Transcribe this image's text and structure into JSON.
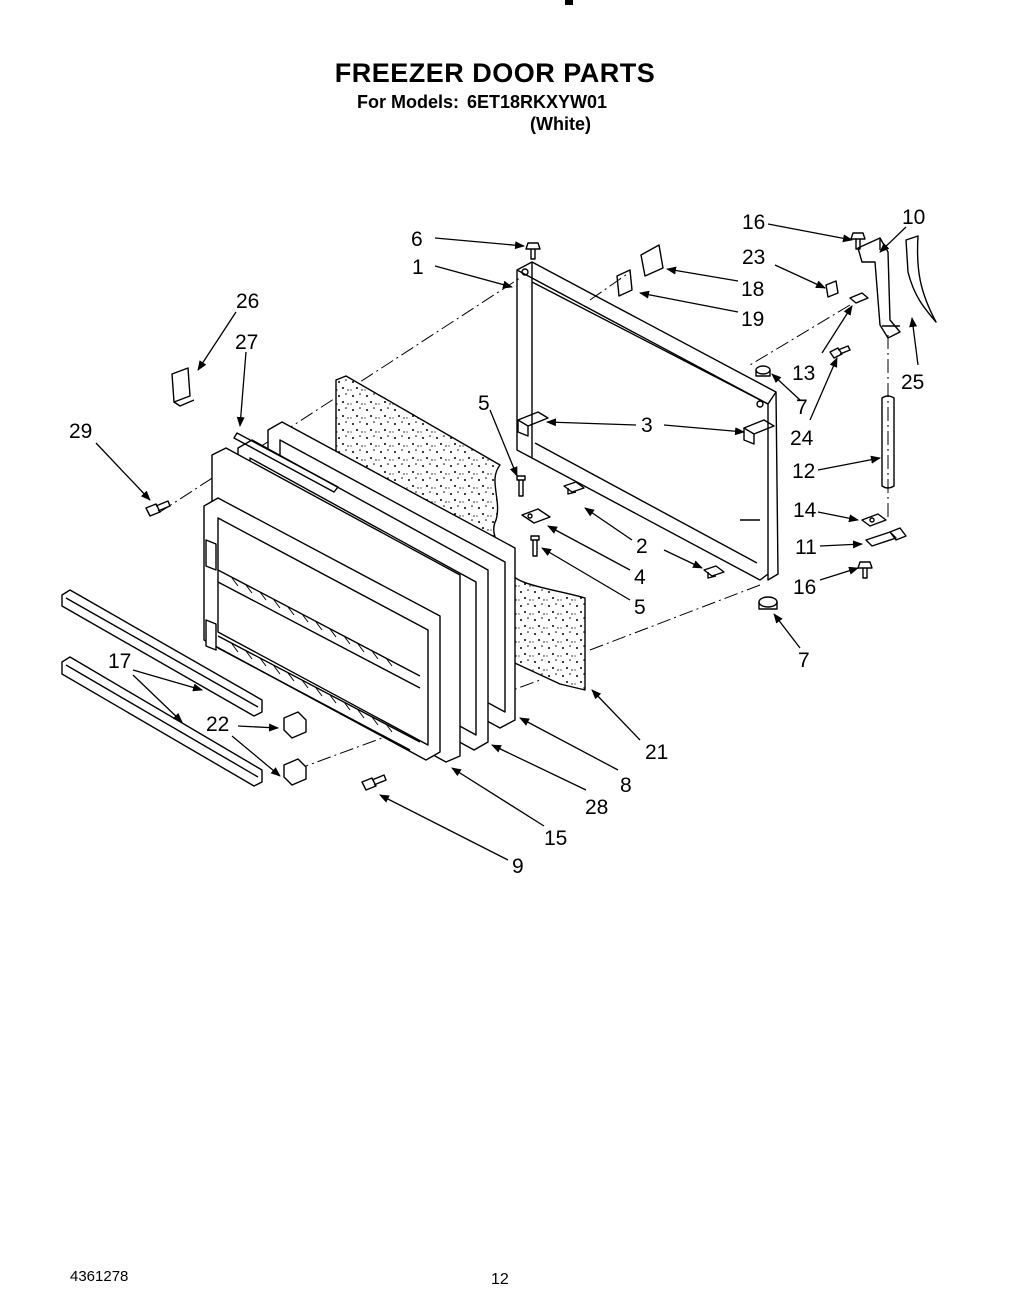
{
  "header": {
    "title": "FREEZER DOOR PARTS",
    "models_label": "For Models:",
    "models_value": "6ET18RKXYW01",
    "color_note": "(White)"
  },
  "footer": {
    "doc_number": "4361278",
    "page_number": "12"
  },
  "callouts": [
    "1",
    "2",
    "3",
    "4",
    "5",
    "5",
    "6",
    "7",
    "7",
    "8",
    "9",
    "10",
    "11",
    "12",
    "13",
    "14",
    "15",
    "16",
    "16",
    "17",
    "18",
    "19",
    "21",
    "22",
    "23",
    "24",
    "25",
    "26",
    "27",
    "28",
    "29"
  ]
}
